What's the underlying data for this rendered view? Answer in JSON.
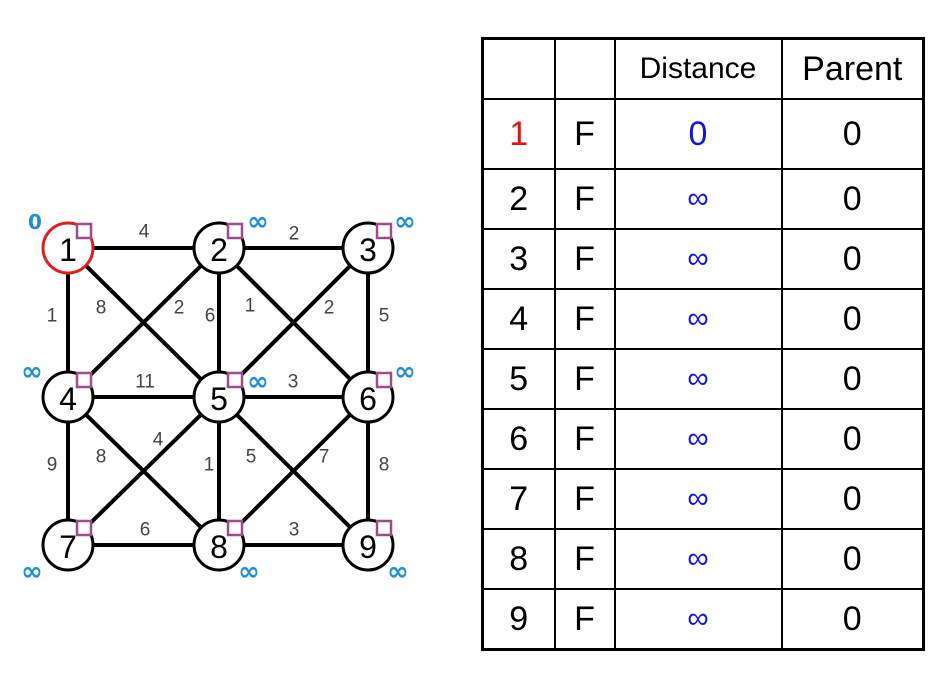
{
  "colors": {
    "source_vertex": "#dd1f1f",
    "marker": "#9b4d8a",
    "node_distance": "#1e8fd0",
    "table_distance": "#1414d8",
    "source_index": "#e01414"
  },
  "graph": {
    "nodes": [
      {
        "id": "1",
        "dist": "0"
      },
      {
        "id": "2",
        "dist": "∞"
      },
      {
        "id": "3",
        "dist": "∞"
      },
      {
        "id": "4",
        "dist": "∞"
      },
      {
        "id": "5",
        "dist": "∞"
      },
      {
        "id": "6",
        "dist": "∞"
      },
      {
        "id": "7",
        "dist": "∞"
      },
      {
        "id": "8",
        "dist": "∞"
      },
      {
        "id": "9",
        "dist": "∞"
      }
    ],
    "edges": [
      {
        "from": "1",
        "to": "2",
        "weight": "4"
      },
      {
        "from": "2",
        "to": "3",
        "weight": "2"
      },
      {
        "from": "1",
        "to": "4",
        "weight": "1"
      },
      {
        "from": "1",
        "to": "5",
        "weight": "8"
      },
      {
        "from": "2",
        "to": "4",
        "weight": "2"
      },
      {
        "from": "2",
        "to": "5",
        "weight": "6"
      },
      {
        "from": "2",
        "to": "6",
        "weight": "1"
      },
      {
        "from": "3",
        "to": "5",
        "weight": "2"
      },
      {
        "from": "3",
        "to": "6",
        "weight": "5"
      },
      {
        "from": "4",
        "to": "5",
        "weight": "11"
      },
      {
        "from": "5",
        "to": "6",
        "weight": "3"
      },
      {
        "from": "4",
        "to": "7",
        "weight": "9"
      },
      {
        "from": "4",
        "to": "8",
        "weight": "8"
      },
      {
        "from": "5",
        "to": "7",
        "weight": "4"
      },
      {
        "from": "5",
        "to": "8",
        "weight": "1"
      },
      {
        "from": "5",
        "to": "9",
        "weight": "5"
      },
      {
        "from": "6",
        "to": "8",
        "weight": "7"
      },
      {
        "from": "6",
        "to": "9",
        "weight": "8"
      },
      {
        "from": "7",
        "to": "8",
        "weight": "6"
      },
      {
        "from": "8",
        "to": "9",
        "weight": "3"
      }
    ]
  },
  "table": {
    "headers": [
      "",
      "",
      "Distance",
      "Parent"
    ],
    "rows": [
      {
        "vertex": "1",
        "known": "F",
        "distance": "0",
        "parent": "0"
      },
      {
        "vertex": "2",
        "known": "F",
        "distance": "∞",
        "parent": "0"
      },
      {
        "vertex": "3",
        "known": "F",
        "distance": "∞",
        "parent": "0"
      },
      {
        "vertex": "4",
        "known": "F",
        "distance": "∞",
        "parent": "0"
      },
      {
        "vertex": "5",
        "known": "F",
        "distance": "∞",
        "parent": "0"
      },
      {
        "vertex": "6",
        "known": "F",
        "distance": "∞",
        "parent": "0"
      },
      {
        "vertex": "7",
        "known": "F",
        "distance": "∞",
        "parent": "0"
      },
      {
        "vertex": "8",
        "known": "F",
        "distance": "∞",
        "parent": "0"
      },
      {
        "vertex": "9",
        "known": "F",
        "distance": "∞",
        "parent": "0"
      }
    ]
  }
}
